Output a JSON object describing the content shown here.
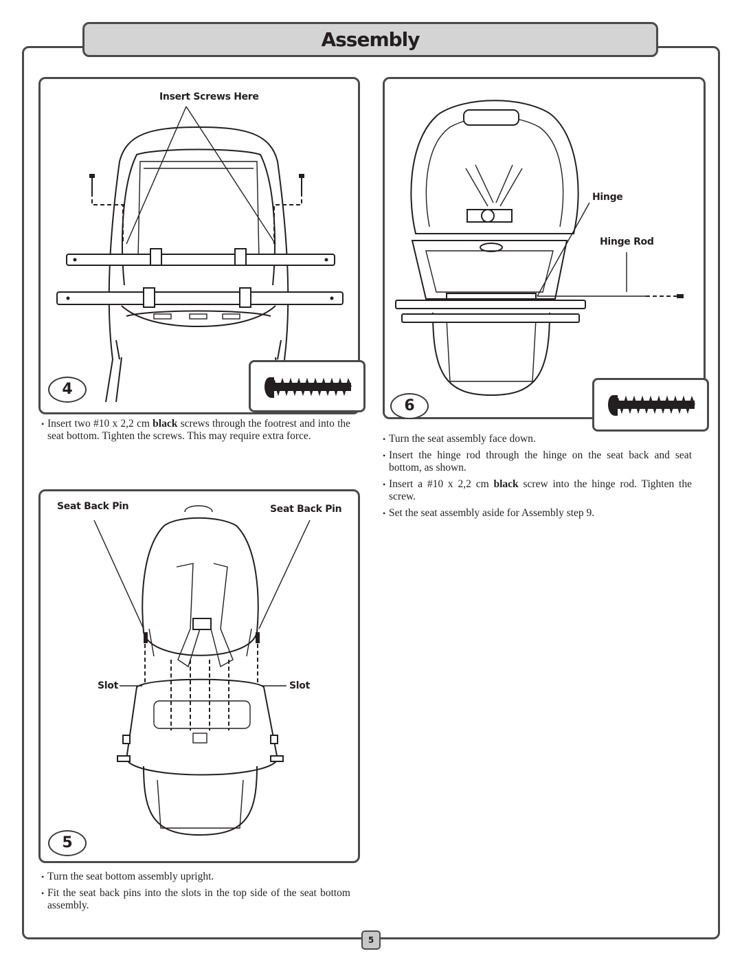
{
  "header": {
    "title": "Assembly"
  },
  "steps": {
    "step4": {
      "number": "4",
      "label": "Insert Screws Here",
      "instructions": [
        {
          "pre": "Insert two #10 x 2,2 cm ",
          "bold": "black",
          "post": " screws through the footrest and into the seat bottom. Tighten the screws. This may require extra force."
        }
      ],
      "screw_icon": "screw-icon"
    },
    "step5": {
      "number": "5",
      "labels": {
        "seat_back_pin_left": "Seat Back Pin",
        "seat_back_pin_right": "Seat Back Pin",
        "slot_left": "Slot",
        "slot_right": "Slot"
      },
      "instructions": [
        "Turn the seat bottom assembly upright.",
        "Fit the seat back pins into the slots in the top side of the seat bottom assembly."
      ]
    },
    "step6": {
      "number": "6",
      "labels": {
        "hinge": "Hinge",
        "hinge_rod": "Hinge Rod"
      },
      "instructions": [
        {
          "text": "Turn the seat assembly face down."
        },
        {
          "text": "Insert the hinge rod through the hinge on the seat back and seat bottom, as shown."
        },
        {
          "pre": "Insert a #10 x 2,2 cm ",
          "bold": "black",
          "post": " screw into the hinge rod. Tighten the screw."
        },
        {
          "text": "Set the seat assembly aside for Assembly step 9."
        }
      ],
      "screw_icon": "screw-icon"
    }
  },
  "footer": {
    "page_number": "5"
  }
}
